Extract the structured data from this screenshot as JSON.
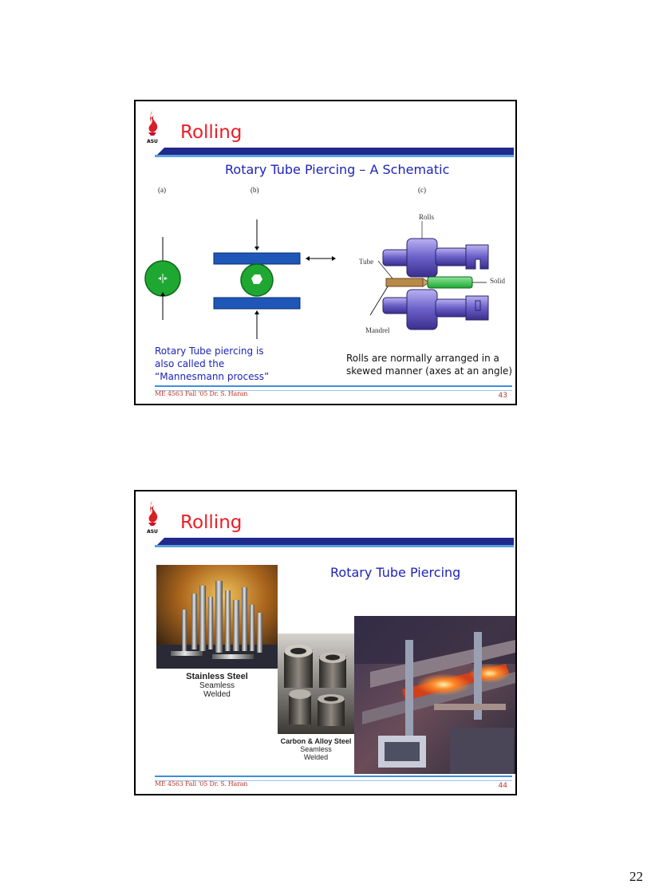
{
  "page": {
    "number": "22"
  },
  "slides": [
    {
      "title": "Rolling",
      "subtitle": "Rotary Tube Piercing – A Schematic",
      "logo_text": "ASU",
      "panel_labels": [
        "(a)",
        "(b)",
        "(c)"
      ],
      "figure_labels": {
        "rolls": "Rolls",
        "tube": "Tube",
        "solid": "Solid",
        "mandrel": "Mandrel"
      },
      "note_left": "Rotary Tube piercing is also called the “Mannesmann process”",
      "note_right": "Rolls are normally arranged in a skewed manner (axes at an angle)",
      "footer": "ME 4563  Fall '05     Dr. S. Haran",
      "number": "43"
    },
    {
      "title": "Rolling",
      "subtitle": "Rotary Tube Piercing",
      "logo_text": "ASU",
      "captions": {
        "stainless_title": "Stainless Steel",
        "stainless_line1": "Seamless",
        "stainless_line2": "Welded",
        "carbon_title": "Carbon & Alloy Steel",
        "carbon_line1": "Seamless",
        "carbon_line2": "Welded"
      },
      "footer": "ME 4563  Fall '05     Dr. S. Haran",
      "number": "44"
    }
  ],
  "colors": {
    "title_red": "#ee1c25",
    "accent_blue": "#1d24b8",
    "bar_navy": "#1f2a8c",
    "disc_green": "#1ea832",
    "roll_purple": "#6a5ec8"
  }
}
